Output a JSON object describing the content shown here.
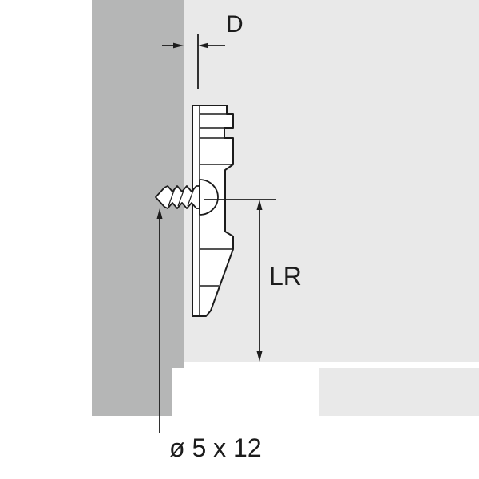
{
  "diagram": {
    "labels": {
      "dimension_d": "D",
      "dimension_lr": "LR",
      "screw_size": "ø 5 x 12"
    },
    "colors": {
      "side_panel_gray": "#b5b6b6",
      "background_gray": "#e9e9e9",
      "cutout_white": "#ffffff",
      "line_black": "#1c1c1c"
    }
  }
}
